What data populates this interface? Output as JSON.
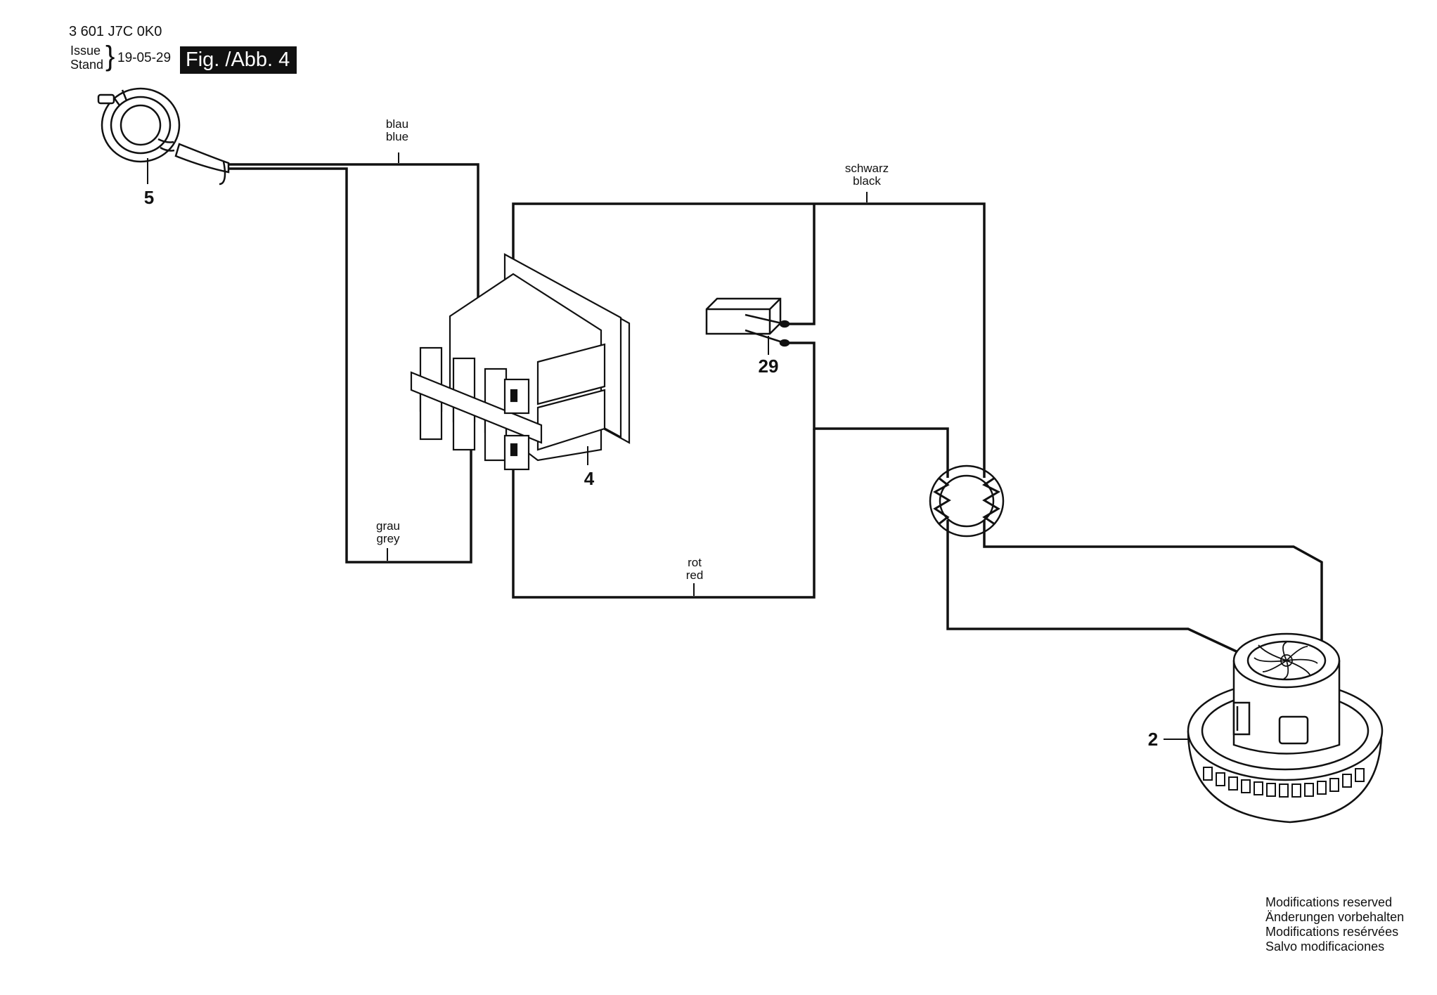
{
  "header": {
    "part_number": "3 601 J7C 0K0",
    "issue_labels": [
      "Issue",
      "Stand"
    ],
    "date": "19-05-29",
    "figure_label": "Fig. /Abb. 4"
  },
  "wire_labels": {
    "blue": [
      "blau",
      "blue"
    ],
    "black": [
      "schwarz",
      "black"
    ],
    "grey": [
      "grau",
      "grey"
    ],
    "red": [
      "rot",
      "red"
    ]
  },
  "callouts": {
    "plug": "5",
    "switch": "4",
    "capacitor": "29",
    "motor": "2"
  },
  "notes": [
    "Modifications reserved",
    "Änderungen vorbehalten",
    "Modifications resérvées",
    "Salvo modificaciones"
  ]
}
